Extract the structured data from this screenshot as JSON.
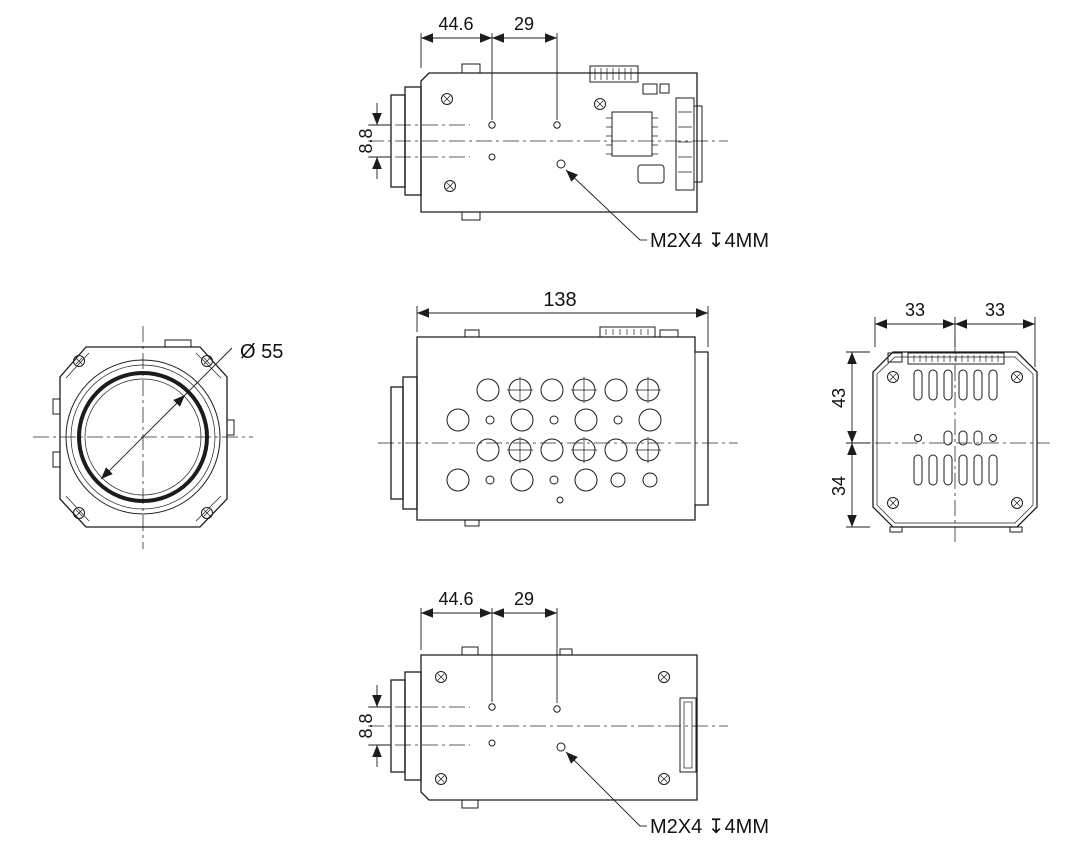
{
  "drawing": {
    "description": "Five-view dimensioned engineering drawing of a zoom block camera module",
    "views": {
      "top": {
        "dim_44_6": "44.6",
        "dim_29": "29",
        "dim_8_8": "8.8",
        "thread_callout": "M2X4 ↧4MM"
      },
      "front": {
        "diameter_callout": "Ø 55"
      },
      "side": {
        "dim_138": "138"
      },
      "rear": {
        "dim_33_left": "33",
        "dim_33_right": "33",
        "dim_43": "43",
        "dim_34": "34"
      },
      "bottom": {
        "dim_44_6": "44.6",
        "dim_29": "29",
        "dim_8_8": "8.8",
        "thread_callout": "M2X4 ↧4MM"
      }
    },
    "colors": {
      "line": "#1c1c1c",
      "background": "#ffffff"
    }
  }
}
